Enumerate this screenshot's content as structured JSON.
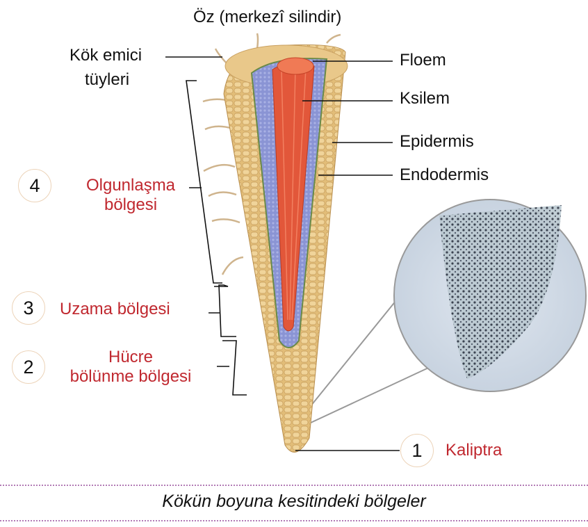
{
  "title": "Öz (merkezî silindir)",
  "left_labels": {
    "root_hairs": [
      "Kök emici",
      "tüyleri"
    ]
  },
  "right_labels": {
    "floem": "Floem",
    "ksilem": "Ksilem",
    "epidermis": "Epidermis",
    "endodermis": "Endodermis"
  },
  "zones": [
    {
      "number": "4",
      "lines": [
        "Olgunlaşma",
        "bölgesi"
      ]
    },
    {
      "number": "3",
      "lines": [
        "Uzama bölgesi"
      ]
    },
    {
      "number": "2",
      "lines": [
        "Hücre",
        "bölünme bölgesi"
      ]
    },
    {
      "number": "1",
      "lines": [
        "Kaliptra"
      ]
    }
  ],
  "caption": "Kökün boyuna kesitindeki bölgeler",
  "colors": {
    "zone_label": "#c0282f",
    "divider": "#b27ab5",
    "circle_border": "#ecd3b8"
  }
}
